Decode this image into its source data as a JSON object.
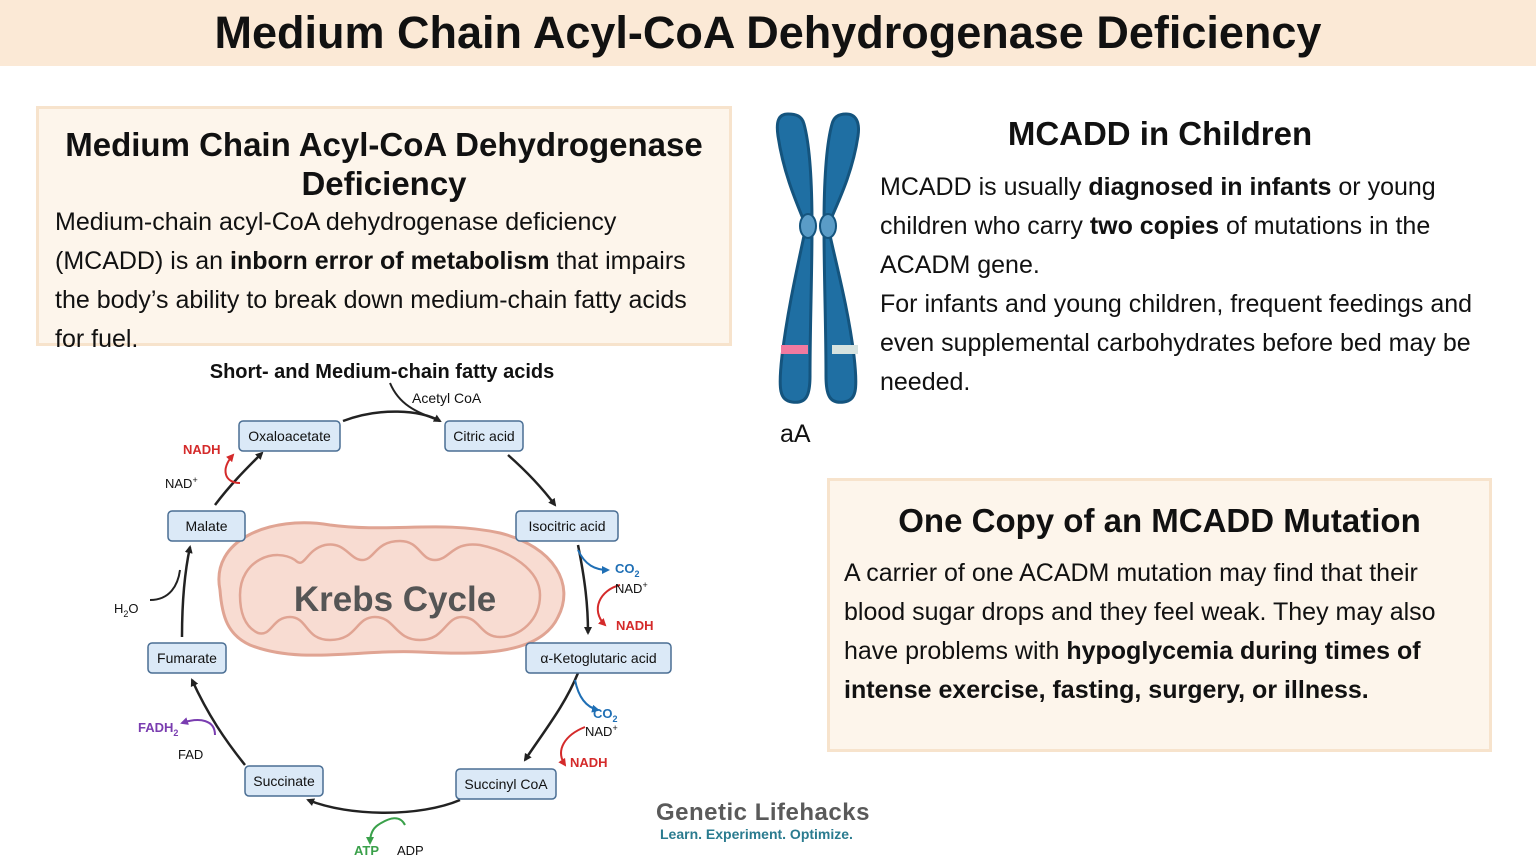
{
  "title": "Medium Chain Acyl-CoA Dehydrogenase Deficiency",
  "definition_box": {
    "heading": "Medium Chain Acyl-CoA Dehydrogenase Deficiency",
    "text_1": "Medium-chain acyl-CoA dehydrogenase deficiency (MCADD) is an ",
    "bold_1": "inborn error of metabolism",
    "text_2": " that impairs the body’s ability to break down medium-chain fatty acids for fuel."
  },
  "children_box": {
    "heading": "MCADD in Children",
    "p1_text_1": "MCADD is usually ",
    "p1_bold_1": "diagnosed in infants",
    "p1_text_2": " or young children who carry ",
    "p1_bold_2": "two copies",
    "p1_text_3": " of mutations in the ACADM gene.",
    "p2": "For infants and young children, frequent feedings and even supplemental carbohydrates before bed may be needed."
  },
  "chromosome": {
    "label": "aA",
    "colors": {
      "body": "#1f6fa3",
      "outline": "#14547e",
      "mutant_band": "#f07aa0",
      "normal_band": "#d6e3e0"
    }
  },
  "carrier_box": {
    "heading": "One Copy of an MCADD Mutation",
    "text_1": "A carrier of one ACADM mutation may find that their blood sugar drops and they feel weak. They may also have problems with ",
    "bold_1": "hypoglycemia during times of intense exercise, fasting, surgery, or illness."
  },
  "krebs": {
    "title": "Short- and Medium-chain fatty acids",
    "center_label": "Krebs Cycle",
    "input_label": "Acetyl CoA",
    "nodes": {
      "oxaloacetate": "Oxaloacetate",
      "citric": "Citric acid",
      "isocitric": "Isocitric acid",
      "aketo": "α-Ketoglutaric acid",
      "succinylcoa": "Succinyl CoA",
      "succinate": "Succinate",
      "fumarate": "Fumarate",
      "malate": "Malate"
    },
    "side_labels": {
      "co2": "CO",
      "nad": "NAD",
      "nadh": "NADH",
      "fadh": "FADH",
      "fad": "FAD",
      "atp": "ATP",
      "adp": "ADP",
      "h2o": "H",
      "h2o_tail": "O",
      "sub2": "2",
      "plus": "+"
    },
    "colors": {
      "node_fill": "#dbe9f7",
      "node_stroke": "#4a6e94",
      "nadh": "#d42a2a",
      "co2": "#1f6fb5",
      "fadh": "#7a3db0",
      "atp": "#3aa04a",
      "mito_fill": "#f8dcd2",
      "mito_stroke": "#e0a493"
    }
  },
  "logo": {
    "name": "Genetic Lifehacks",
    "tagline": "Learn. Experiment. Optimize."
  }
}
